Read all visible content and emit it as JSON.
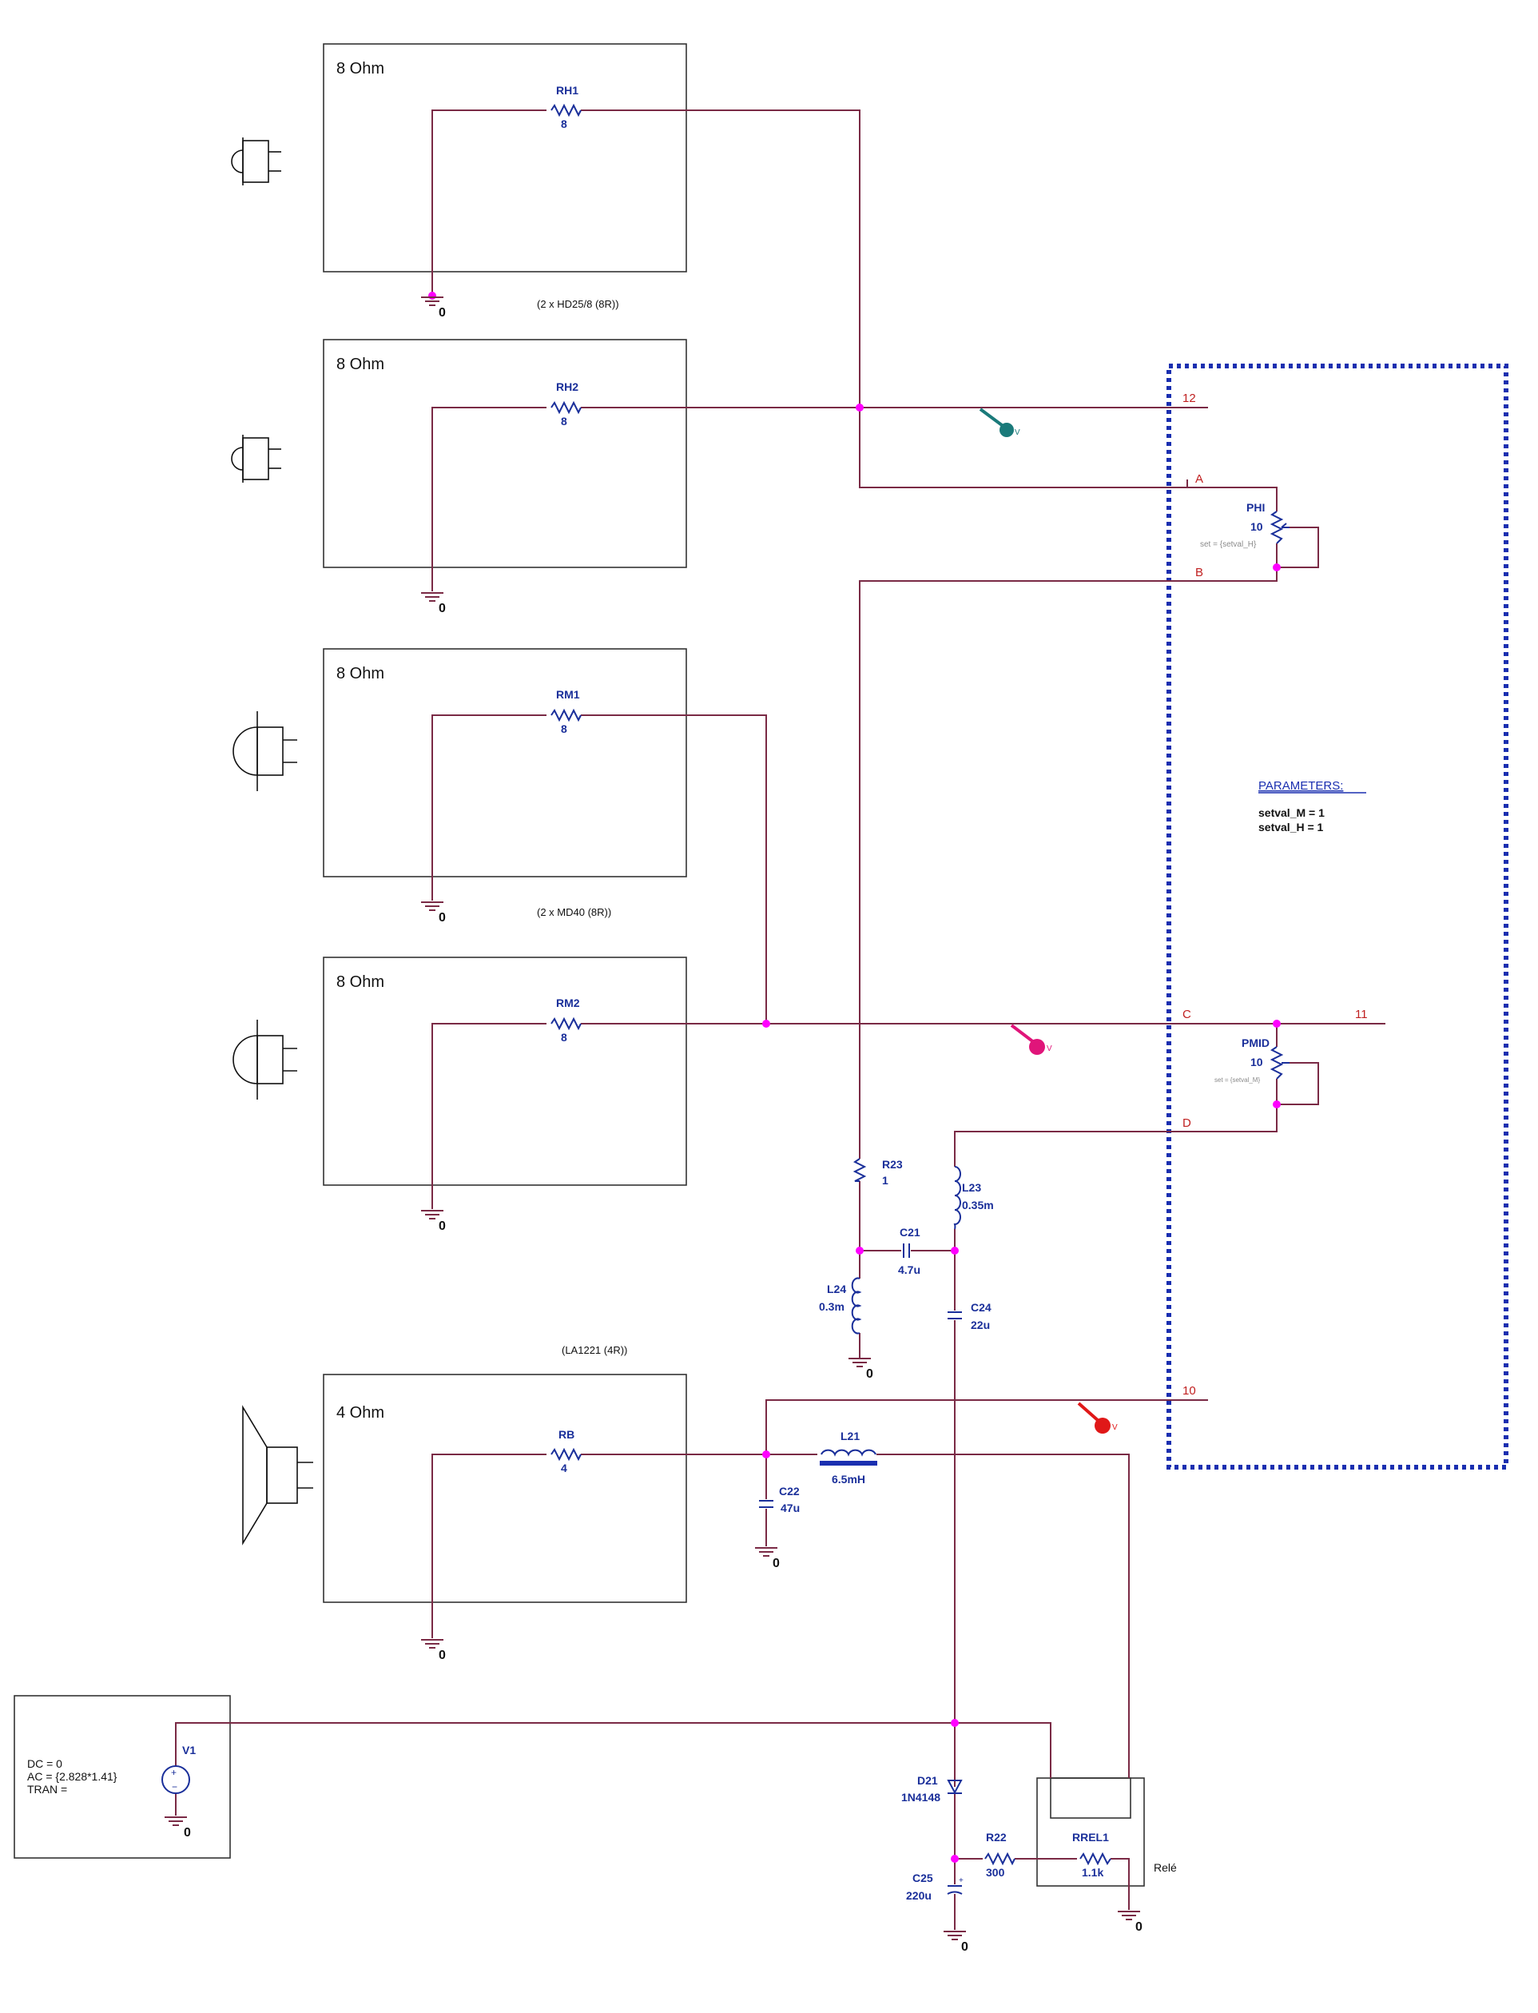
{
  "boxes": {
    "h1_title": "8 Ohm",
    "h2_title": "8 Ohm",
    "m1_title": "8 Ohm",
    "m2_title": "8 Ohm",
    "b_title": "4 Ohm"
  },
  "notes": {
    "high_drivers": "(2 x HD25/8 (8R))",
    "mid_drivers": "(2 x MD40 (8R))",
    "bass_driver": "(LA1221 (4R))",
    "relay": "Relé"
  },
  "components": {
    "RH1": {
      "ref": "RH1",
      "value": "8"
    },
    "RH2": {
      "ref": "RH2",
      "value": "8"
    },
    "RM1": {
      "ref": "RM1",
      "value": "8"
    },
    "RM2": {
      "ref": "RM2",
      "value": "8"
    },
    "RB": {
      "ref": "RB",
      "value": "4"
    },
    "PHI": {
      "ref": "PHI",
      "value": "10",
      "set": "set = {setval_H}"
    },
    "PMID": {
      "ref": "PMID",
      "value": "10",
      "set": "set = {setval_M}"
    },
    "R23": {
      "ref": "R23",
      "value": "1"
    },
    "L23": {
      "ref": "L23",
      "value": "0.35m"
    },
    "C21": {
      "ref": "C21",
      "value": "4.7u"
    },
    "L24": {
      "ref": "L24",
      "value": "0.3m"
    },
    "C24": {
      "ref": "C24",
      "value": "22u"
    },
    "L21": {
      "ref": "L21",
      "value": "6.5mH"
    },
    "C22": {
      "ref": "C22",
      "value": "47u"
    },
    "D21": {
      "ref": "D21",
      "value": "1N4148"
    },
    "R22": {
      "ref": "R22",
      "value": "300"
    },
    "RREL1": {
      "ref": "RREL1",
      "value": "1.1k"
    },
    "C25": {
      "ref": "C25",
      "value": "220u"
    },
    "V1": {
      "ref": "V1"
    }
  },
  "ground_label": "0",
  "pins": {
    "p12": "12",
    "p11": "11",
    "p10": "10",
    "A": "A",
    "B": "B",
    "C": "C",
    "D": "D"
  },
  "probe_label": "V",
  "parameters": {
    "title": "PARAMETERS:",
    "line1": "setval_M = 1",
    "line2": "setval_H = 1"
  },
  "source": {
    "dc": "DC = 0",
    "ac": "AC = {2.828*1.41}",
    "tran": "TRAN ="
  },
  "colors": {
    "wire": "#7a2a45",
    "component": "#1a2f9a",
    "junction": "#ff00ff",
    "probe_teal": "#1a7a7a",
    "probe_magenta": "#e0157a",
    "probe_red": "#e01818",
    "pin_label": "#c02020"
  }
}
